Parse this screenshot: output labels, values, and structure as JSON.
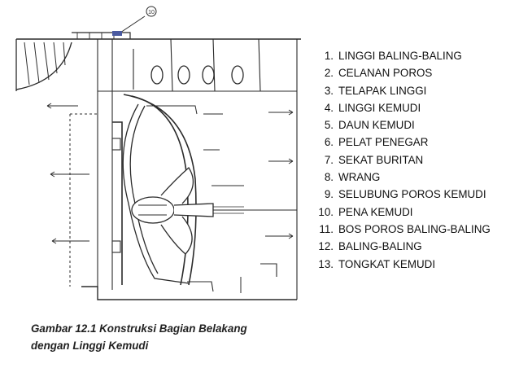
{
  "diagram": {
    "drawing_name": "stern-construction-drawing",
    "pointer_label": "10"
  },
  "legend": {
    "items": [
      {
        "num": "1.",
        "text": "LINGGI BALING-BALING"
      },
      {
        "num": "2.",
        "text": "CELANAN POROS"
      },
      {
        "num": "3.",
        "text": "TELAPAK LINGGI"
      },
      {
        "num": "4.",
        "text": "LINGGI KEMUDI"
      },
      {
        "num": "5.",
        "text": "DAUN KEMUDI"
      },
      {
        "num": "6.",
        "text": "PELAT PENEGAR"
      },
      {
        "num": "7.",
        "text": "SEKAT BURITAN"
      },
      {
        "num": "8.",
        "text": "WRANG"
      },
      {
        "num": "9.",
        "text": "SELUBUNG POROS KEMUDI"
      },
      {
        "num": "10.",
        "text": "PENA KEMUDI"
      },
      {
        "num": "11.",
        "text": "BOS POROS BALING-BALING"
      },
      {
        "num": "12.",
        "text": "BALING-BALING"
      },
      {
        "num": "13.",
        "text": "TONGKAT KEMUDI"
      }
    ]
  },
  "caption": {
    "line1": "Gambar 12.1 Konstruksi Bagian Belakang",
    "line2": "dengan Linggi Kemudi"
  }
}
